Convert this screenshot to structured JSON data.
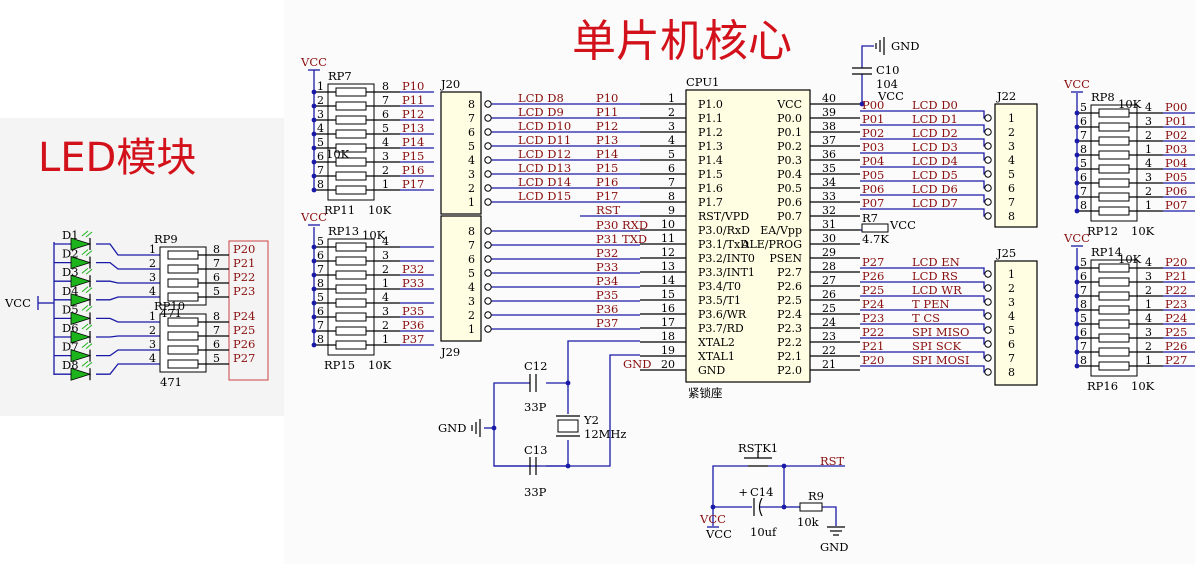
{
  "titles": {
    "core": "单片机核心",
    "led": "LED模块"
  },
  "power": {
    "vcc": "VCC",
    "gnd": "GND"
  },
  "cpu": {
    "ref": "CPU1",
    "footer": "紧锁座",
    "left_pins": [
      {
        "num": "1",
        "name": "P1.0",
        "net": "P10"
      },
      {
        "num": "2",
        "name": "P1.1",
        "net": "P11"
      },
      {
        "num": "3",
        "name": "P1.2",
        "net": "P12"
      },
      {
        "num": "4",
        "name": "P1.3",
        "net": "P13"
      },
      {
        "num": "5",
        "name": "P1.4",
        "net": "P14"
      },
      {
        "num": "6",
        "name": "P1.5",
        "net": "P15"
      },
      {
        "num": "7",
        "name": "P1.6",
        "net": "P16"
      },
      {
        "num": "8",
        "name": "P1.7",
        "net": "P17"
      },
      {
        "num": "9",
        "name": "RST/VPD",
        "net": "RST"
      },
      {
        "num": "10",
        "name": "P3.0/RxD",
        "net": "P30 RXD"
      },
      {
        "num": "11",
        "name": "P3.1/TxD",
        "net": "P31 TXD"
      },
      {
        "num": "12",
        "name": "P3.2/INT0",
        "net": "P32"
      },
      {
        "num": "13",
        "name": "P3.3/INT1",
        "net": "P33"
      },
      {
        "num": "14",
        "name": "P3.4/T0",
        "net": "P34"
      },
      {
        "num": "15",
        "name": "P3.5/T1",
        "net": "P35"
      },
      {
        "num": "16",
        "name": "P3.6/WR",
        "net": "P36"
      },
      {
        "num": "17",
        "name": "P3.7/RD",
        "net": "P37"
      },
      {
        "num": "18",
        "name": "XTAL2",
        "net": ""
      },
      {
        "num": "19",
        "name": "XTAL1",
        "net": ""
      },
      {
        "num": "20",
        "name": "GND",
        "net": "GND"
      }
    ],
    "right_pins": [
      {
        "num": "40",
        "name": "VCC",
        "net": "VCC"
      },
      {
        "num": "39",
        "name": "P0.0",
        "net": "P00"
      },
      {
        "num": "38",
        "name": "P0.1",
        "net": "P01"
      },
      {
        "num": "37",
        "name": "P0.2",
        "net": "P02"
      },
      {
        "num": "36",
        "name": "P0.3",
        "net": "P03"
      },
      {
        "num": "35",
        "name": "P0.4",
        "net": "P04"
      },
      {
        "num": "34",
        "name": "P0.5",
        "net": "P05"
      },
      {
        "num": "33",
        "name": "P0.6",
        "net": "P06"
      },
      {
        "num": "32",
        "name": "P0.7",
        "net": "P07"
      },
      {
        "num": "31",
        "name": "EA/Vpp",
        "net": ""
      },
      {
        "num": "30",
        "name": "ALE/PROG",
        "net": ""
      },
      {
        "num": "29",
        "name": "PSEN",
        "net": ""
      },
      {
        "num": "28",
        "name": "P2.7",
        "net": "P27"
      },
      {
        "num": "27",
        "name": "P2.6",
        "net": "P26"
      },
      {
        "num": "26",
        "name": "P2.5",
        "net": "P25"
      },
      {
        "num": "25",
        "name": "P2.4",
        "net": "P24"
      },
      {
        "num": "24",
        "name": "P2.3",
        "net": "P23"
      },
      {
        "num": "23",
        "name": "P2.2",
        "net": "P22"
      },
      {
        "num": "22",
        "name": "P2.1",
        "net": "P21"
      },
      {
        "num": "21",
        "name": "P2.0",
        "net": "P20"
      }
    ]
  },
  "j20": {
    "ref": "J20",
    "pins": [
      "8",
      "7",
      "6",
      "5",
      "4",
      "3",
      "2",
      "1"
    ],
    "nets": [
      "LCD D8",
      "LCD D9",
      "LCD D10",
      "LCD D11",
      "LCD D12",
      "LCD D13",
      "LCD D14",
      "LCD D15"
    ]
  },
  "j29": {
    "ref": "J29",
    "pins": [
      "8",
      "7",
      "6",
      "5",
      "4",
      "3",
      "2",
      "1"
    ]
  },
  "j22": {
    "ref": "J22",
    "pins": [
      "1",
      "2",
      "3",
      "4",
      "5",
      "6",
      "7",
      "8"
    ],
    "nets": [
      "LCD D0",
      "LCD D1",
      "LCD D2",
      "LCD D3",
      "LCD D4",
      "LCD D5",
      "LCD D6",
      "LCD D7"
    ]
  },
  "j25": {
    "ref": "J25",
    "pins": [
      "1",
      "2",
      "3",
      "4",
      "5",
      "6",
      "7",
      "8"
    ],
    "nets": [
      "LCD EN",
      "LCD RS",
      "LCD WR",
      "T PEN",
      "T CS",
      "SPI MISO",
      "SPI SCK",
      "SPI MOSI"
    ]
  },
  "rp7": {
    "ref": "RP7",
    "ref2": "RP11",
    "val": "10K",
    "val2": "10K",
    "left_pins": [
      "1",
      "2",
      "3",
      "4",
      "5",
      "6",
      "7",
      "8"
    ],
    "right_pins": [
      "8",
      "7",
      "6",
      "5",
      "4",
      "3",
      "2",
      "1"
    ],
    "nets": [
      "P10",
      "P11",
      "P12",
      "P13",
      "P14",
      "P15",
      "P16",
      "P17"
    ]
  },
  "rp13": {
    "ref": "RP13",
    "ref2": "RP15",
    "val": "10K",
    "val2": "10K",
    "left_pins": [
      "5",
      "6",
      "7",
      "8",
      "5",
      "6",
      "7",
      "8"
    ],
    "right_pins": [
      "4",
      "3",
      "2",
      "1",
      "4",
      "3",
      "2",
      "1"
    ],
    "nets": [
      "",
      "",
      "P32",
      "P33",
      "",
      "P35",
      "P36",
      "P37"
    ]
  },
  "rp8": {
    "ref": "RP8",
    "ref2": "RP12",
    "val": "10K",
    "val2": "10K",
    "left_pins": [
      "5",
      "6",
      "7",
      "8",
      "5",
      "6",
      "7",
      "8"
    ],
    "right_pins": [
      "4",
      "3",
      "2",
      "1",
      "4",
      "3",
      "2",
      "1"
    ],
    "nets": [
      "P00",
      "P01",
      "P02",
      "P03",
      "P04",
      "P05",
      "P06",
      "P07"
    ]
  },
  "rp14": {
    "ref": "RP14",
    "ref2": "RP16",
    "val": "10K",
    "val2": "10K",
    "left_pins": [
      "5",
      "6",
      "7",
      "8",
      "5",
      "6",
      "7",
      "8"
    ],
    "right_pins": [
      "4",
      "3",
      "2",
      "1",
      "4",
      "3",
      "2",
      "1"
    ],
    "nets": [
      "P20",
      "P21",
      "P22",
      "P23",
      "P24",
      "P25",
      "P26",
      "P27"
    ]
  },
  "led": {
    "ref1": "RP9",
    "ref2": "RP10",
    "val1": "471",
    "val2": "471",
    "diodes": [
      "D1",
      "D2",
      "D3",
      "D4",
      "D5",
      "D6",
      "D7",
      "D8"
    ],
    "left_pins": [
      "1",
      "2",
      "3",
      "4",
      "1",
      "2",
      "3",
      "4"
    ],
    "right_pins": [
      "8",
      "7",
      "6",
      "5",
      "8",
      "7",
      "6",
      "5"
    ],
    "nets": [
      "P20",
      "P21",
      "P22",
      "P23",
      "P24",
      "P25",
      "P26",
      "P27"
    ]
  },
  "crystal": {
    "c12": "C12",
    "c12_val": "33P",
    "c13": "C13",
    "c13_val": "33P",
    "y2": "Y2",
    "y2_val": "12MHz"
  },
  "c10": {
    "ref": "C10",
    "val": "104"
  },
  "r7": {
    "ref": "R7",
    "val": "4.7K"
  },
  "reset": {
    "btn": "RSTK1",
    "cap": "C14",
    "cap_val": "10uf",
    "res": "R9",
    "res_val": "10k",
    "net": "RST",
    "plus": "+"
  }
}
